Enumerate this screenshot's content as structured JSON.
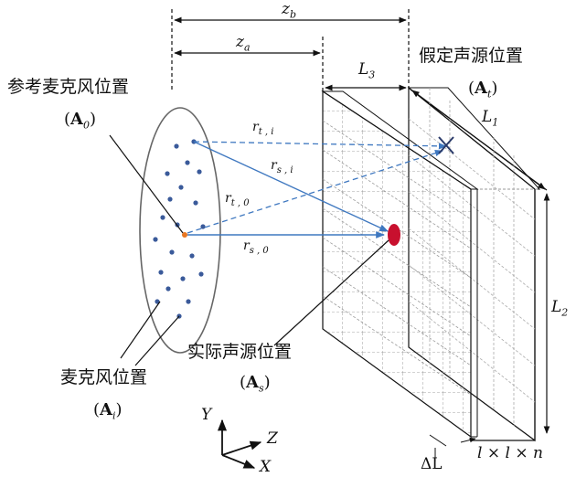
{
  "labels": {
    "ref_mic": "参考麦克风位置",
    "ref_mic_sym": "A",
    "ref_mic_sub": "0",
    "assumed_source": "假定声源位置",
    "assumed_source_sym": "A",
    "assumed_source_sub": "t",
    "actual_source": "实际声源位置",
    "actual_source_sym": "A",
    "actual_source_sub": "s",
    "mic": "麦克风位置",
    "mic_sym": "A",
    "mic_sub": "i"
  },
  "dimensions": {
    "zb": {
      "base": "z",
      "sub": "b"
    },
    "za": {
      "base": "z",
      "sub": "a"
    },
    "L3": {
      "base": "L",
      "sub": "3"
    },
    "L1": {
      "base": "L",
      "sub": "1"
    },
    "L2": {
      "base": "L",
      "sub": "2"
    },
    "dL": "ΔL",
    "grid": "l × l × n"
  },
  "distances": {
    "rti": {
      "base": "r",
      "sub": "t , i"
    },
    "rsi": {
      "base": "r",
      "sub": "s , i"
    },
    "rt0": {
      "base": "r",
      "sub": "t , 0"
    },
    "rs0": {
      "base": "r",
      "sub": "s , 0"
    }
  },
  "axes": {
    "y": "Y",
    "z": "Z",
    "x": "X"
  },
  "colors": {
    "ray": "#3f78c0",
    "mic_dot": "#3a5a9a",
    "ref_dot": "#e87722",
    "source": "#c8102e"
  }
}
